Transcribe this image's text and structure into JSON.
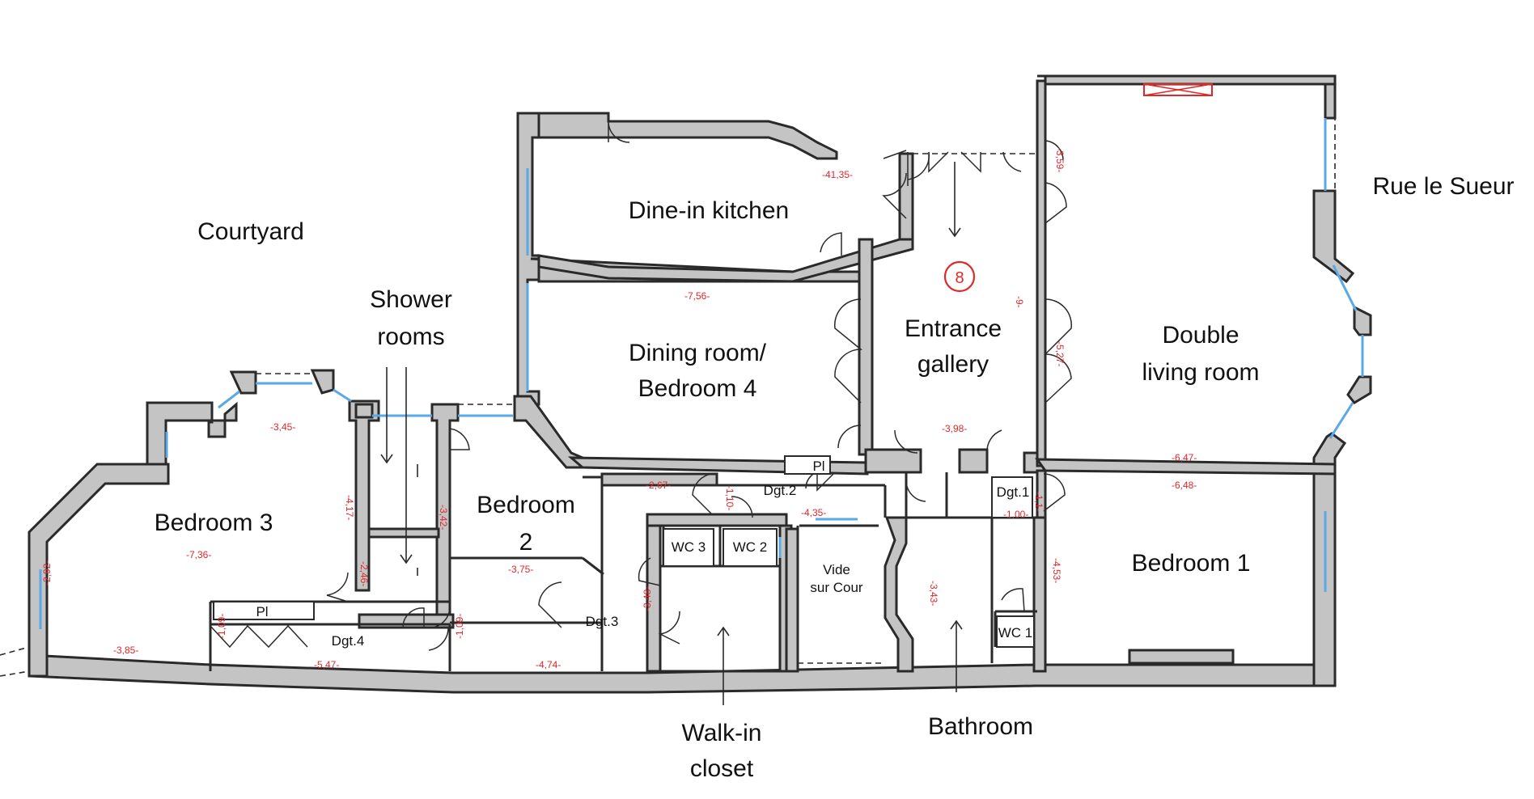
{
  "plan": {
    "apartment_number": "8",
    "colors": {
      "wall": "#c4c4c4",
      "window": "#5aa9e6",
      "dimension": "#e0282b"
    },
    "labels": {
      "courtyard": "Courtyard",
      "street": "Rue le Sueur",
      "shower_rooms": [
        "Shower",
        "rooms"
      ],
      "dine_in_kitchen": "Dine-in kitchen",
      "dining_room": [
        "Dining room/",
        "Bedroom 4"
      ],
      "entrance_gallery": [
        "Entrance",
        "gallery"
      ],
      "double_living_room": [
        "Double",
        "living room"
      ],
      "bedroom_3": "Bedroom 3",
      "bedroom_2": [
        "Bedroom",
        "2"
      ],
      "bedroom_1": "Bedroom 1",
      "walk_in_closet": [
        "Walk-in",
        "closet"
      ],
      "bathroom": "Bathroom",
      "dgt_1": "Dgt.1",
      "dgt_2": "Dgt.2",
      "dgt_3": "Dgt.3",
      "dgt_4": "Dgt.4",
      "wc_1": "WC 1",
      "wc_2": "WC 2",
      "wc_3": "WC 3",
      "pl_1": "Pl",
      "pl_2": "Pl",
      "vide_sur_cour": [
        "Vide",
        "sur Cour"
      ]
    },
    "dimensions": {
      "kitchen": "-41,35-",
      "dining": "-7,56-",
      "entrance_v": "-9-",
      "entrance_h": "-3,98-",
      "living_top": "-3,59-",
      "living_mid": "-5,27-",
      "living_bottom": "-6,47-",
      "bedroom1_top": "-6,48-",
      "bedroom1_side": "-4,53-",
      "bedroom3_top": "-3,45-",
      "bedroom3_mid": "-7,36-",
      "bedroom3_side": "-2,92-",
      "bedroom3_bottom": "-3,85-",
      "shower_side": "-4,17-",
      "shower_mid": "-2,46-",
      "bedroom2_side": "-3,42-",
      "bedroom2": "-3,75-",
      "dgt4_side": "-1,09-",
      "dgt4_bottom": "-5,47-",
      "dgt3_side": "-1,09-",
      "dgt3_bottom": "-4,74-",
      "corridor_top": "-2,67-",
      "corridor_side": "-1,10-",
      "dgt2_bottom": "-4,35-",
      "closet_side": "-3,48-",
      "bathroom_side": "-3,43-",
      "dgt1_bottom": "-1,00-",
      "dgt1_side": "-1,1-"
    }
  }
}
